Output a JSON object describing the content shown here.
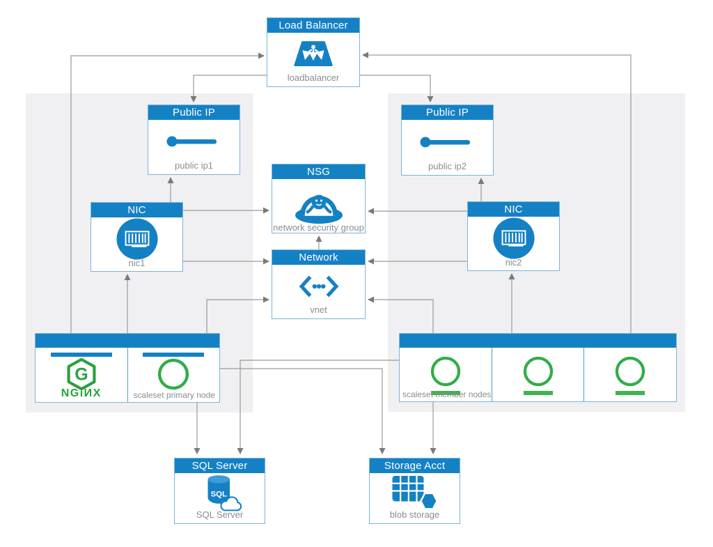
{
  "nodes": {
    "load_balancer": {
      "title": "Load Balancer",
      "label": "loadbalancer"
    },
    "public_ip1": {
      "title": "Public IP",
      "label": "public ip1"
    },
    "public_ip2": {
      "title": "Public IP",
      "label": "public ip2"
    },
    "nsg": {
      "title": "NSG",
      "label": "network security group"
    },
    "network": {
      "title": "Network",
      "label": "vnet"
    },
    "nic1": {
      "title": "NIC",
      "label": "nic1"
    },
    "nic2": {
      "title": "NIC",
      "label": "nic2"
    },
    "scaleset_primary": {
      "logo_text": "NGiИX",
      "label": "scaleset primary node"
    },
    "scaleset_members": {
      "label": "scaleset member nodes"
    },
    "sql_server": {
      "title": "SQL Server",
      "icon_text": "SQL",
      "label": "SQL Server"
    },
    "storage": {
      "title": "Storage Acct",
      "label": "blob storage"
    }
  },
  "colors": {
    "header_blue": "#1581c5",
    "border_blue": "#7ab4da",
    "green": "#2fad49",
    "line_gray": "#9a9a9a",
    "arrow_gray": "#7a7a7a",
    "panel_gray": "#f0f0f2",
    "label_gray": "#8c8c8c"
  },
  "icons": {
    "load_balancer": "load-balancer-trapezoid-icon",
    "public_ip": "ip-pin-line-icon",
    "nsg": "security-guard-icon",
    "network": "vnet-brackets-dots-icon",
    "nic": "network-card-icon",
    "nginx": "nginx-hexagon-logo-icon",
    "scaleset_node": "green-circle-node-icon",
    "sql": "sql-database-cloud-icon",
    "storage": "storage-table-hexagon-icon"
  }
}
